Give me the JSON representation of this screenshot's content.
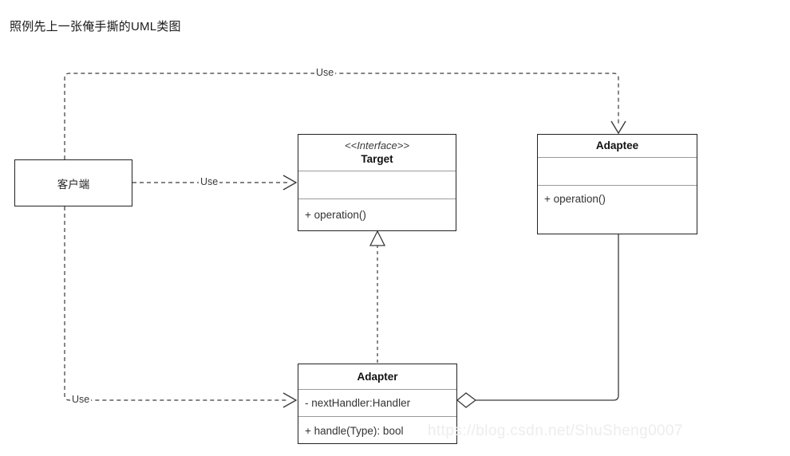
{
  "page": {
    "title": "照例先上一张俺手撕的UML类图",
    "watermark": "https://blog.csdn.net/ShuSheng0007",
    "background_color": "#ffffff",
    "line_color": "#333333",
    "box_border_color": "#222222"
  },
  "diagram": {
    "type": "uml-class-diagram",
    "classes": [
      {
        "id": "client",
        "name": "客户端",
        "stereotype": "",
        "attributes": [],
        "methods": [],
        "style": "single-compartment"
      },
      {
        "id": "target",
        "stereotype": "<<Interface>>",
        "name": "Target",
        "attributes": [
          ""
        ],
        "methods": [
          "+ operation()"
        ]
      },
      {
        "id": "adaptee",
        "stereotype": "",
        "name": "Adaptee",
        "attributes": [
          ""
        ],
        "methods": [
          "+ operation()"
        ]
      },
      {
        "id": "adapter",
        "stereotype": "",
        "name": "Adapter",
        "attributes": [
          "- nextHandler:Handler"
        ],
        "methods": [
          "+ handle(Type): bool"
        ]
      }
    ],
    "relations": [
      {
        "id": "client-uses-target",
        "from": "client",
        "to": "target",
        "label": "Use",
        "kind": "dependency",
        "line": "dashed",
        "arrow": "open"
      },
      {
        "id": "client-uses-adaptee",
        "from": "client",
        "to": "adaptee",
        "label": "Use",
        "kind": "dependency",
        "line": "dashed",
        "arrow": "open"
      },
      {
        "id": "client-uses-adapter",
        "from": "client",
        "to": "adapter",
        "label": "Use",
        "kind": "dependency",
        "line": "dashed",
        "arrow": "open"
      },
      {
        "id": "adapter-implements-target",
        "from": "adapter",
        "to": "target",
        "label": "",
        "kind": "realization",
        "line": "dashed",
        "arrow": "hollow-triangle"
      },
      {
        "id": "adapter-aggregates-adaptee",
        "from": "adapter",
        "to": "adaptee",
        "label": "",
        "kind": "aggregation",
        "line": "solid",
        "arrow": "hollow-diamond"
      }
    ]
  }
}
